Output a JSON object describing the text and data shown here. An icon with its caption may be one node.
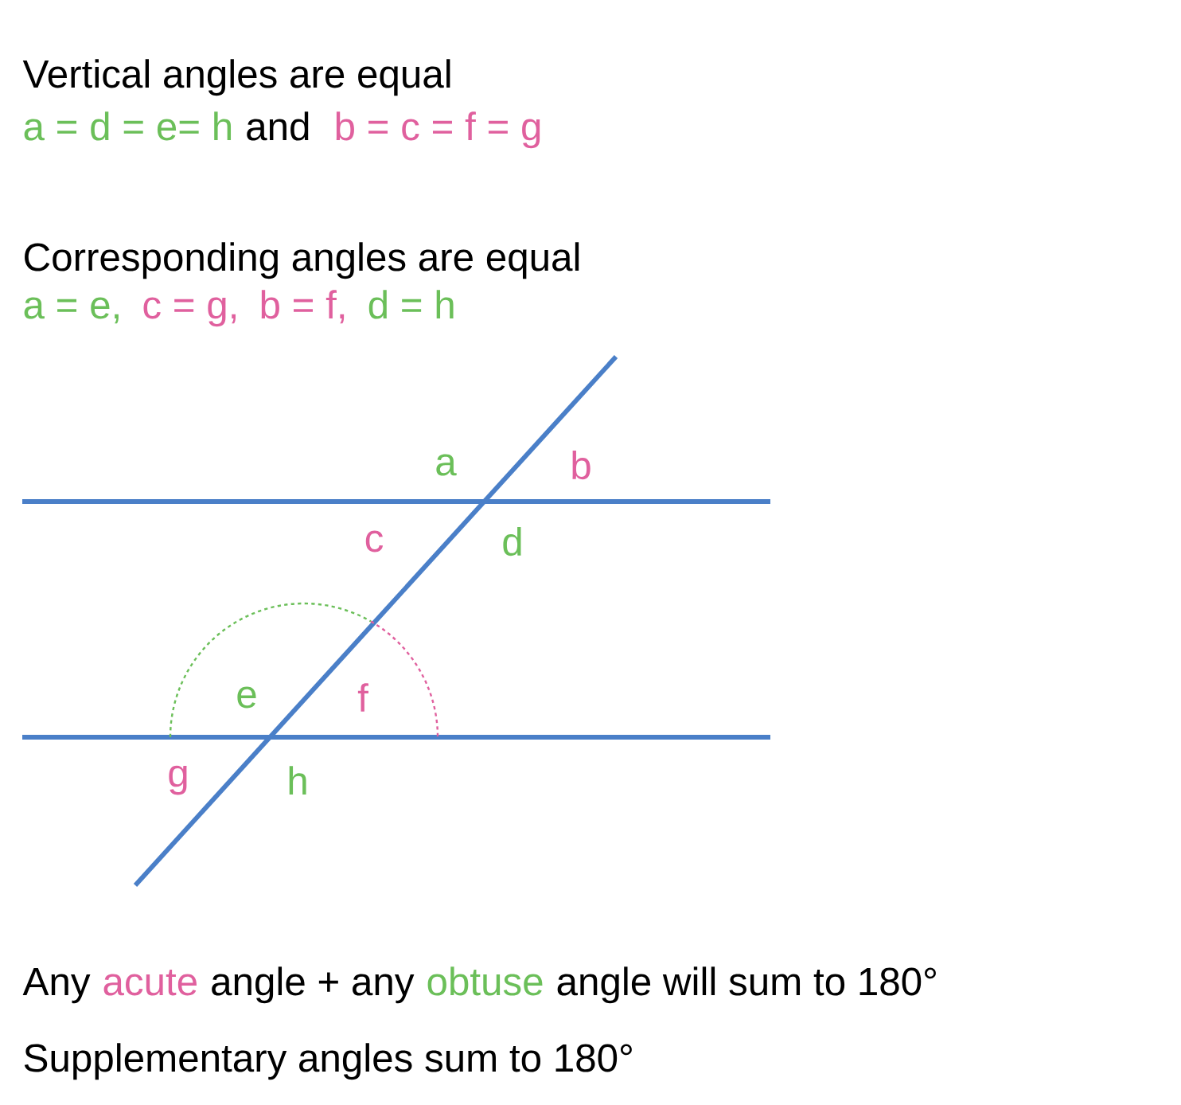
{
  "diagram": {
    "labels": [
      "Vertical angles are equal",
      "a = d = e= h",
      "and",
      "b = c = f = g",
      "Corresponding angles are equal",
      "a = e,",
      "c = g,",
      "b = f,",
      "d = h",
      "a",
      "b",
      "c",
      "d",
      "e",
      "f",
      "g",
      "h",
      "Any",
      "acute",
      "angle + any",
      "obtuse",
      "angle will sum to 180°",
      "Supplementary angles sum to 180°"
    ]
  }
}
